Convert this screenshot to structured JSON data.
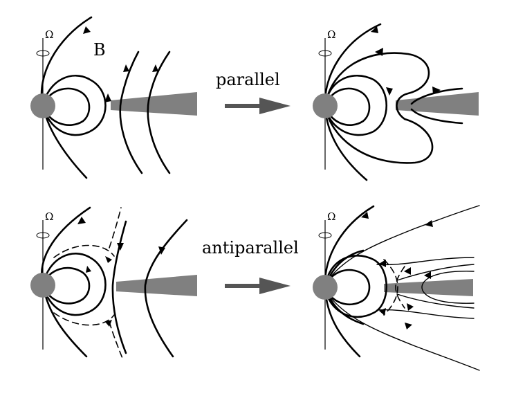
{
  "figure": {
    "label_B": "B",
    "omega": "Ω",
    "arrow_top": "parallel",
    "arrow_bottom": "antiparallel"
  },
  "colors": {
    "star": "#808080",
    "disk": "#808080",
    "big_arrow": "#555555",
    "lines": "#000000"
  }
}
